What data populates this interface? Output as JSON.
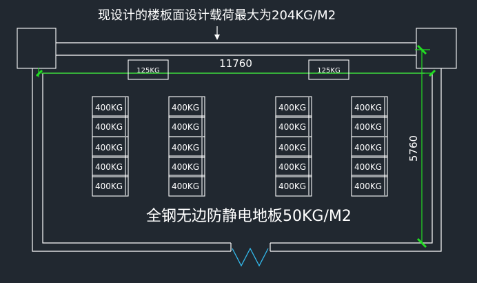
{
  "top_note": "现设计的楼板面设计载荷最大为204KG/M2",
  "floor_note": "全钢无边防静电地板50KG/M2",
  "dimensions": {
    "width": "11760",
    "depth": "5760"
  },
  "small_loads": [
    "125KG",
    "125KG"
  ],
  "columns": [
    [
      "400KG",
      "400KG",
      "400KG",
      "400KG",
      "400KG"
    ],
    [
      "400KG",
      "400KG",
      "400KG",
      "400KG",
      "400KG"
    ],
    [
      "400KG",
      "400KG",
      "400KG",
      "400KG",
      "400KG"
    ],
    [
      "400KG",
      "400KG",
      "400KG",
      "400KG",
      "400KG"
    ]
  ],
  "colors": {
    "background": "#212830",
    "lines": "#ffffff",
    "dimension": "#22dd22"
  }
}
